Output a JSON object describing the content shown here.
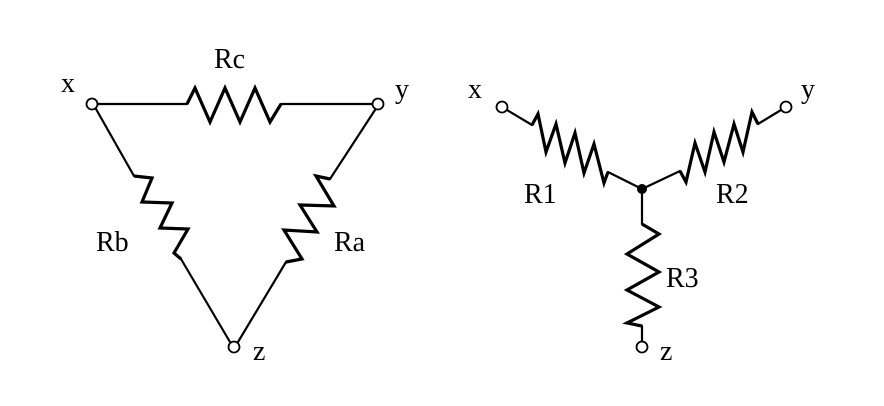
{
  "delta": {
    "resistor_top": "Rc",
    "resistor_left": "Rb",
    "resistor_right": "Ra",
    "node_top_left": "x",
    "node_top_right": "y",
    "node_bottom": "z"
  },
  "wye": {
    "resistor_left": "R1",
    "resistor_right": "R2",
    "resistor_bottom": "R3",
    "node_top_left": "x",
    "node_top_right": "y",
    "node_bottom": "z"
  }
}
